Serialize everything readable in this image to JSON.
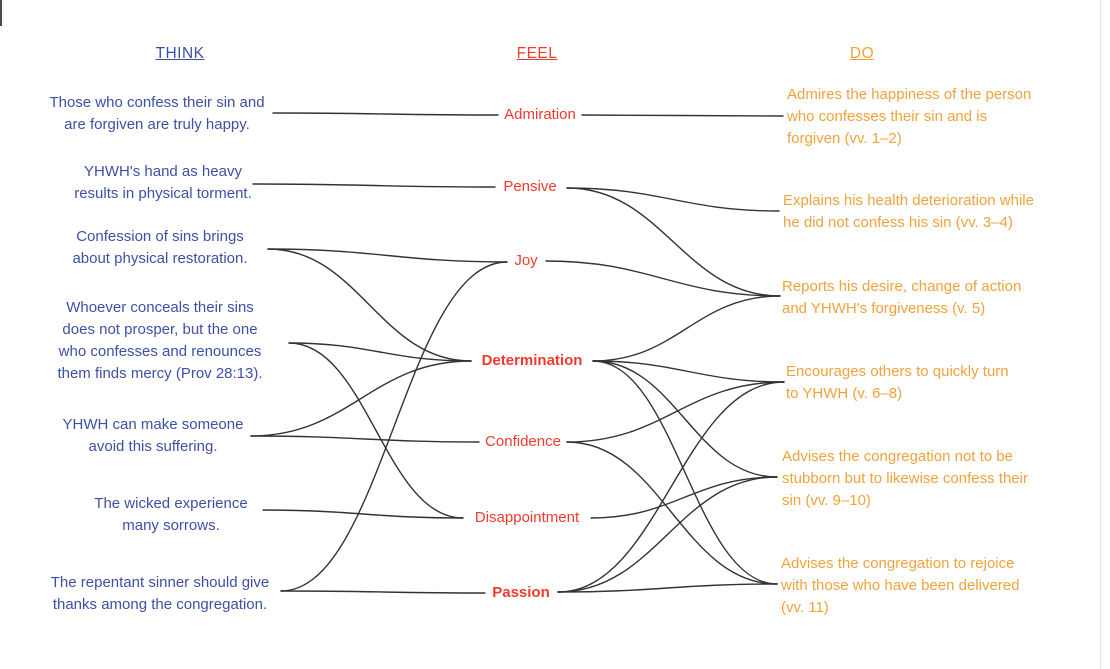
{
  "columns": {
    "think": {
      "title": "THINK",
      "color": "#3e50a6",
      "items": [
        {
          "id": "t0",
          "text": "Those who confess their sin and\nare forgiven are truly happy."
        },
        {
          "id": "t1",
          "text": "YHWH's hand as heavy\nresults in physical torment."
        },
        {
          "id": "t2",
          "text": "Confession of sins brings\nabout physical restoration."
        },
        {
          "id": "t3",
          "text": "Whoever conceals their sins\ndoes not prosper, but the one\nwho confesses and renounces\nthem finds mercy (Prov 28:13)."
        },
        {
          "id": "t4",
          "text": "YHWH can make someone\navoid this suffering."
        },
        {
          "id": "t5",
          "text": "The wicked experience\nmany sorrows."
        },
        {
          "id": "t6",
          "text": "The repentant sinner should give\nthanks among the congregation."
        }
      ]
    },
    "feel": {
      "title": "FEEL",
      "color": "#ee3b2d",
      "items": [
        {
          "id": "f0",
          "label": "Admiration",
          "bold": false
        },
        {
          "id": "f1",
          "label": "Pensive",
          "bold": false
        },
        {
          "id": "f2",
          "label": "Joy",
          "bold": false
        },
        {
          "id": "f3",
          "label": "Determination",
          "bold": true
        },
        {
          "id": "f4",
          "label": "Confidence",
          "bold": false
        },
        {
          "id": "f5",
          "label": "Disappointment",
          "bold": false
        },
        {
          "id": "f6",
          "label": "Passion",
          "bold": true
        }
      ]
    },
    "do": {
      "title": "DO",
      "color": "#f0a33c",
      "items": [
        {
          "id": "d0",
          "text": "Admires the happiness of the person\nwho confesses their sin and is\nforgiven (vv. 1–2)"
        },
        {
          "id": "d1",
          "text": "Explains his health deterioration while\nhe did not confess his sin (vv. 3–4)"
        },
        {
          "id": "d2",
          "text": "Reports his desire, change of action\nand YHWH's forgiveness (v. 5)"
        },
        {
          "id": "d3",
          "text": "Encourages others to quickly turn\nto YHWH (v. 6–8)"
        },
        {
          "id": "d4",
          "text": "Advises the congregation not to be\nstubborn but to likewise confess their\nsin (vv. 9–10)"
        },
        {
          "id": "d5",
          "text": "Advises the congregation to rejoice\nwith those who have been delivered\n(vv. 11)"
        }
      ]
    }
  },
  "edges": {
    "think_feel": [
      [
        "t0",
        "f0"
      ],
      [
        "t1",
        "f1"
      ],
      [
        "t2",
        "f2"
      ],
      [
        "t2",
        "f3"
      ],
      [
        "t3",
        "f3"
      ],
      [
        "t3",
        "f5"
      ],
      [
        "t4",
        "f3"
      ],
      [
        "t4",
        "f4"
      ],
      [
        "t5",
        "f5"
      ],
      [
        "t6",
        "f6"
      ],
      [
        "t6",
        "f2"
      ]
    ],
    "feel_do": [
      [
        "f0",
        "d0"
      ],
      [
        "f1",
        "d1"
      ],
      [
        "f1",
        "d2"
      ],
      [
        "f2",
        "d2"
      ],
      [
        "f3",
        "d2"
      ],
      [
        "f3",
        "d3"
      ],
      [
        "f3",
        "d4"
      ],
      [
        "f3",
        "d5"
      ],
      [
        "f4",
        "d3"
      ],
      [
        "f4",
        "d5"
      ],
      [
        "f5",
        "d4"
      ],
      [
        "f6",
        "d3"
      ],
      [
        "f6",
        "d4"
      ],
      [
        "f6",
        "d5"
      ]
    ]
  },
  "line_color": "#333333"
}
